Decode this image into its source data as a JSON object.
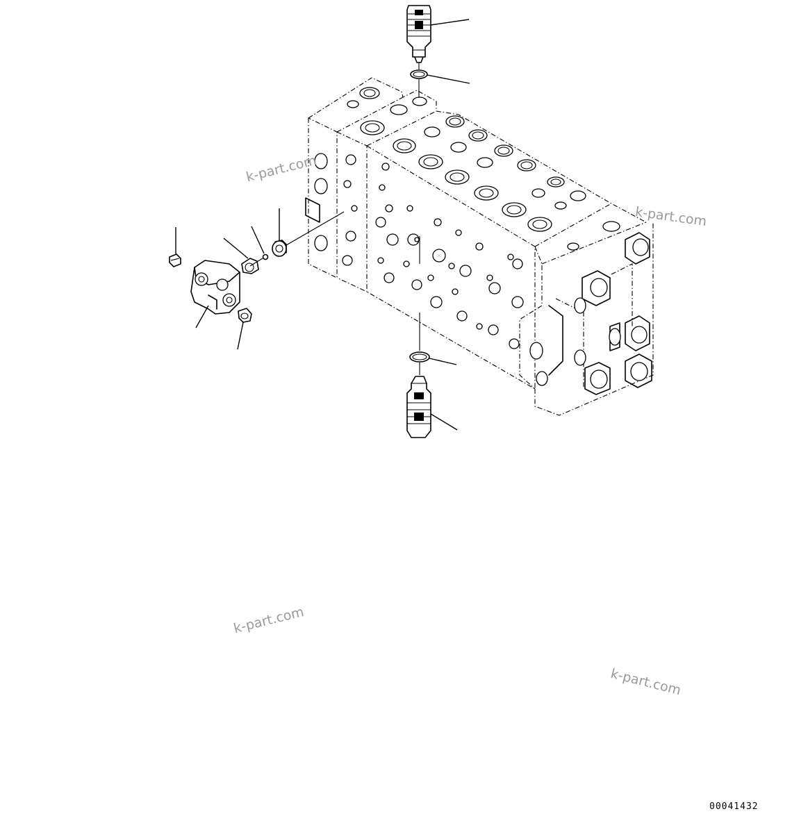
{
  "watermarks": [
    "k-part.com",
    "k-part.com",
    "k-part.com",
    "k-part.com"
  ],
  "drawing_number": "00041432"
}
